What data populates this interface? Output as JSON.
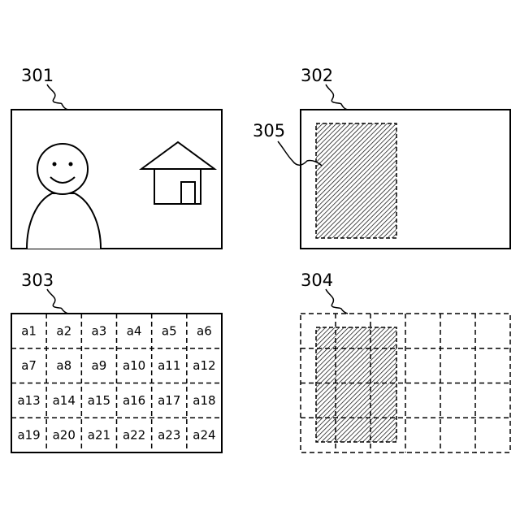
{
  "labels": {
    "panel_a": "301",
    "panel_b": "302",
    "panel_c": "303",
    "panel_d": "304",
    "region": "305"
  },
  "block_labels": [
    "a1",
    "a2",
    "a3",
    "a4",
    "a5",
    "a6",
    "a7",
    "a8",
    "a9",
    "a10",
    "a11",
    "a12",
    "a13",
    "a14",
    "a15",
    "a16",
    "a17",
    "a18",
    "a19",
    "a20",
    "a21",
    "a22",
    "a23",
    "a24"
  ],
  "grid": {
    "rows": 4,
    "cols": 6
  }
}
